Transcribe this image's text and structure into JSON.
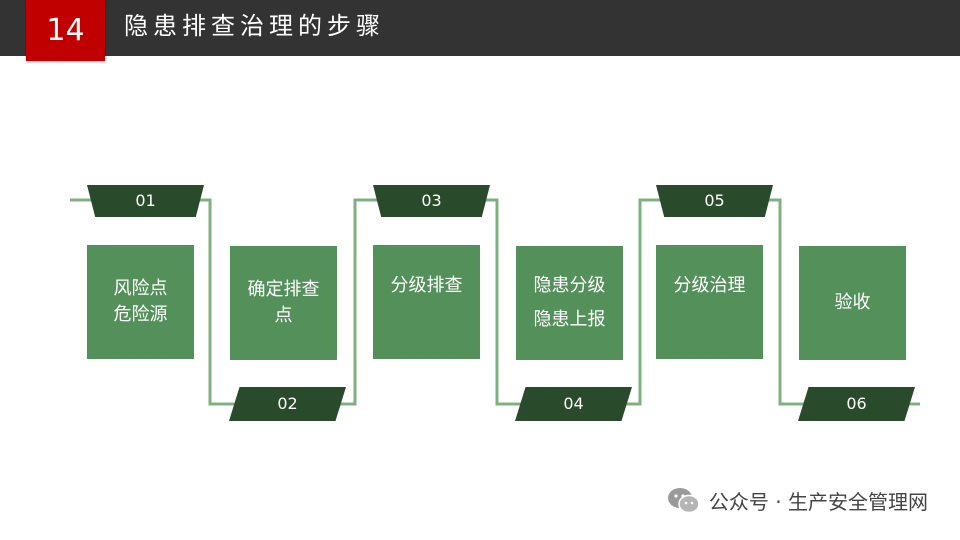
{
  "header": {
    "number": "14",
    "title": "隐患排查治理的步骤"
  },
  "steps": [
    {
      "number": "01",
      "text": "风险点\n危险源"
    },
    {
      "number": "02",
      "text": "确定排查\n点"
    },
    {
      "number": "03",
      "text": "分级排查"
    },
    {
      "number": "04",
      "text": "隐患分级\n隐患上报"
    },
    {
      "number": "05",
      "text": "分级治理"
    },
    {
      "number": "06",
      "text": "验收"
    }
  ],
  "footer": {
    "text": "公众号 · 生产安全管理网",
    "icon": "wechat-icon"
  },
  "colors": {
    "header_bar": "#333333",
    "accent_red": "#c00000",
    "box_green": "#54905a",
    "tab_dark_green": "#2a4a2c",
    "connector": "#7fb07f"
  }
}
